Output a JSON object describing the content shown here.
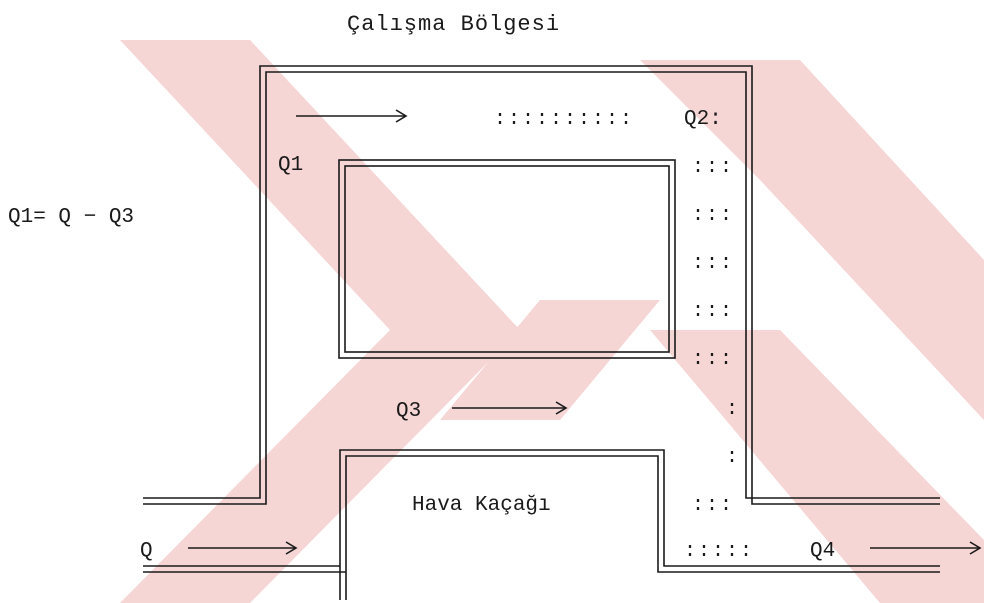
{
  "title": "Çalışma Bölgesi",
  "watermark_color": "#f6d5d5",
  "line_color": "#1a1a1a",
  "labels": {
    "q1": "Q1",
    "q2": "Q2:",
    "q3": "Q3",
    "q4": "Q4",
    "q": "Q",
    "equation": "Q1= Q − Q3",
    "leak": "Hava Kaçağı"
  },
  "dot_marks": {
    "top_run": "::::::::::",
    "col_a": ":::",
    "col_b": ":::",
    "col_c": ":::",
    "col_d": ":::",
    "col_e": ":::",
    "single_1": ":",
    "single_2": ":",
    "col_f": ":::",
    "bottom_run": ":::::"
  }
}
